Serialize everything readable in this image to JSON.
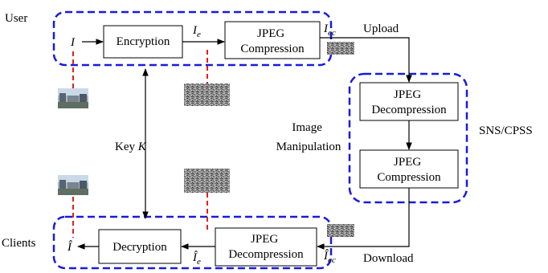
{
  "groups": {
    "user": "User",
    "clients": "Clients",
    "sns": "SNS/CPSS"
  },
  "boxes": {
    "encryption": "Encryption",
    "jpeg_compression_top": [
      "JPEG",
      "Compression"
    ],
    "jpeg_decompression_right": [
      "JPEG",
      "Decompression"
    ],
    "jpeg_compression_right": [
      "JPEG",
      "Compression"
    ],
    "jpeg_decompression_bottom": [
      "JPEG",
      "Decompression"
    ],
    "decryption": "Decryption"
  },
  "signals": {
    "I": "I",
    "I_e": {
      "base": "I",
      "sub": "e"
    },
    "I_ec": {
      "base": "I",
      "sub": "ec"
    },
    "I_hat": "Î",
    "I_hat_e": {
      "base": "Î",
      "sub": "e"
    },
    "I_hat_ec": {
      "base": "Î",
      "sub": "ec"
    }
  },
  "labels": {
    "upload": "Upload",
    "download": "Download",
    "key_prefix": "Key",
    "key_symbol": "K",
    "image_manipulation": [
      "Image",
      "Manipulation"
    ]
  },
  "colors": {
    "group_border": "#1a1adf",
    "link_line": "#e02020",
    "noise_light": "#9a9a9a",
    "noise_dark": "#3c3c3c"
  },
  "thumbnails": [
    "photo-thumbnail",
    "noise-thumbnail"
  ]
}
